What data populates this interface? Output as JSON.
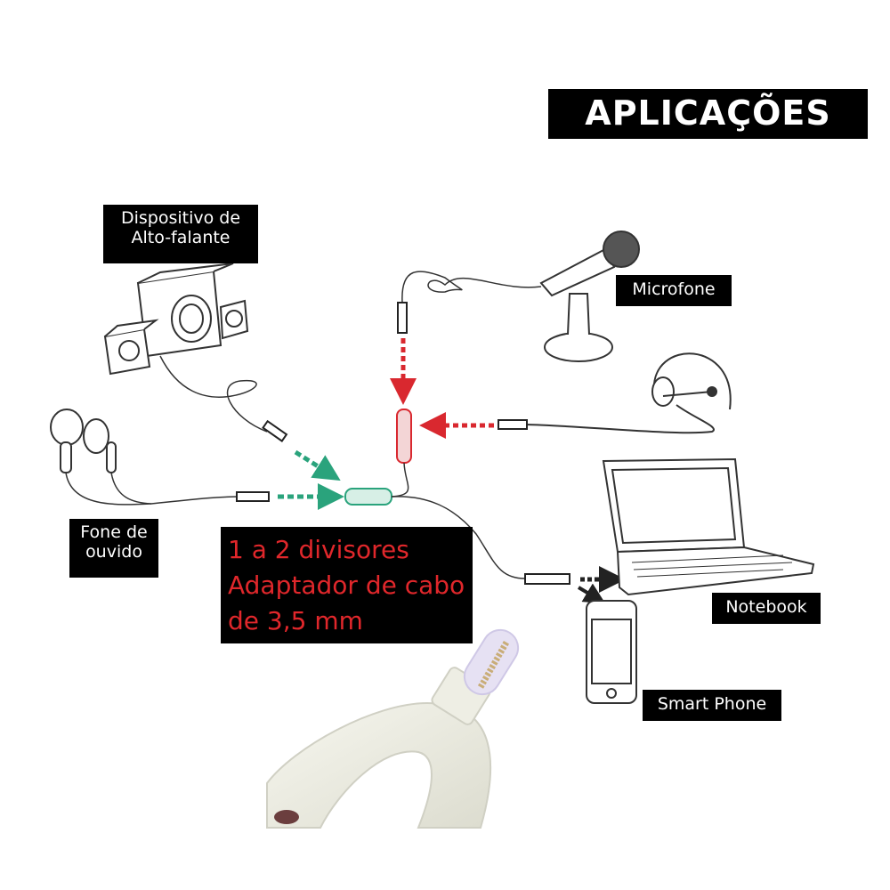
{
  "title": "APLICAÇÕES",
  "labels": {
    "speaker": [
      "Dispositivo de",
      "Alto-falante"
    ],
    "microphone": "Microfone",
    "earphone": [
      "Fone de",
      "ouvido"
    ],
    "notebook": "Notebook",
    "smartphone": "Smart Phone",
    "product": [
      "1 a 2 divisores",
      "Adaptador de cabo",
      "de 3,5 mm"
    ]
  },
  "icons": {
    "speaker": "speaker-set-icon",
    "microphone": "desk-microphone-icon",
    "headset": "headset-microphone-icon",
    "earphone": "earbuds-icon",
    "notebook": "laptop-icon",
    "smartphone": "smartphone-icon",
    "adapter": "y-splitter-adapter-icon"
  },
  "colors": {
    "output_arrows": "#2aa37c",
    "input_arrows": "#d9282f",
    "product_text": "#e0272b",
    "label_bg": "#000000",
    "label_text": "#ffffff"
  }
}
